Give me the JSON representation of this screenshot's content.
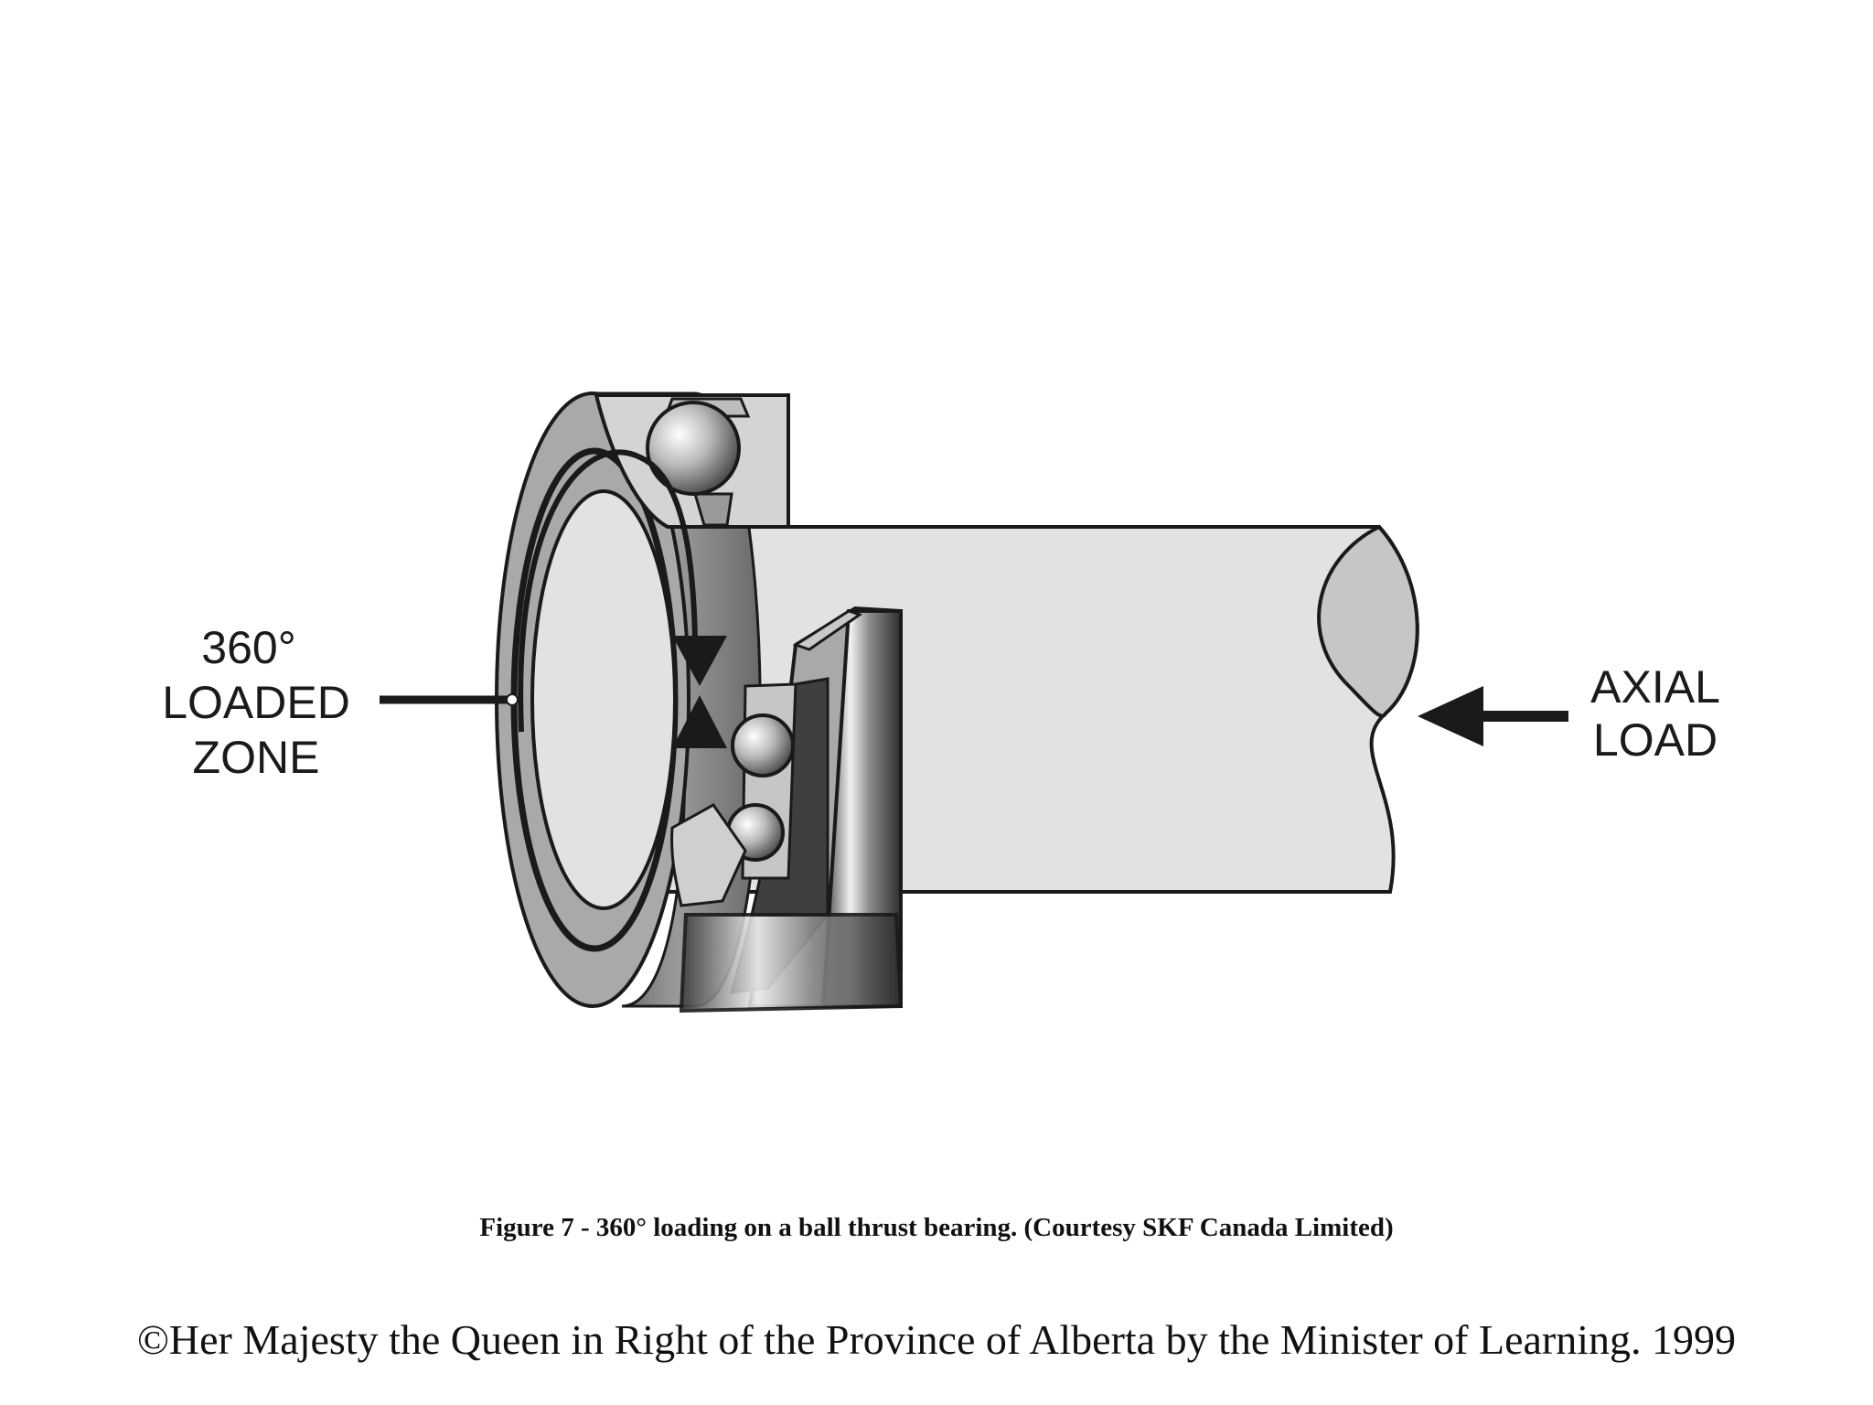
{
  "labels": {
    "loaded_zone": {
      "line1": "360°",
      "line2": "LOADED",
      "line3": "ZONE"
    },
    "axial_load": {
      "line1": "AXIAL",
      "line2": "LOAD"
    }
  },
  "caption": "Figure 7 - 360° loading on a ball thrust bearing. (Courtesy SKF Canada Limited)",
  "copyright": "©Her Majesty the Queen in Right of the Province of Alberta by the Minister of Learning. 1999",
  "colors": {
    "shaft": "#e2e2e2",
    "shaft_end": "#c6c6c6",
    "outline": "#1a1a1a",
    "race_dark": "#6e6e6e",
    "race_mid": "#a9a9a9",
    "race_light": "#d4d4d4"
  }
}
